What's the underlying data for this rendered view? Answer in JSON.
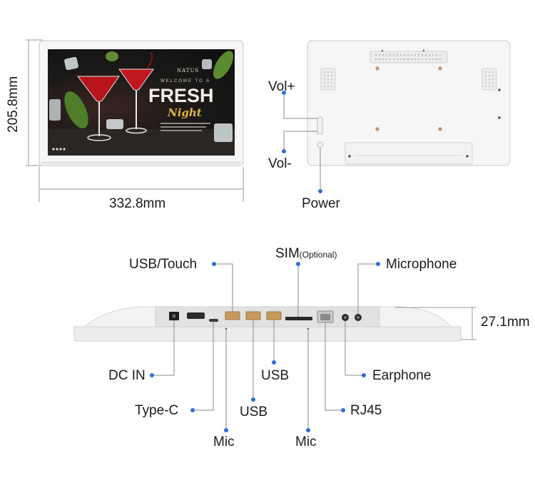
{
  "front_view": {
    "height_label": "205.8mm",
    "width_label": "332.8mm",
    "screen": {
      "brand": "NATUS",
      "welcome": "WELCOME TO A",
      "headline": "FRESH",
      "subline": "Night"
    }
  },
  "back_view": {
    "vol_up_label": "Vol+",
    "vol_down_label": "Vol-",
    "power_label": "Power"
  },
  "bottom_view": {
    "thickness_label": "27.1mm",
    "callouts": {
      "usb_touch": "USB/Touch",
      "sim": "SIM",
      "sim_note": "(Optional)",
      "microphone": "Microphone",
      "dc_in": "DC IN",
      "type_c": "Type-C",
      "mic_left": "Mic",
      "usb_a": "USB",
      "usb_b": "USB",
      "mic_right": "Mic",
      "rj45": "RJ45",
      "earphone": "Earphone"
    }
  },
  "colors": {
    "callout_dot": "#2f6fd6",
    "leader_line": "#8a8a8a",
    "device_white": "#f4f4f4",
    "device_edge": "#cfcfcf"
  }
}
